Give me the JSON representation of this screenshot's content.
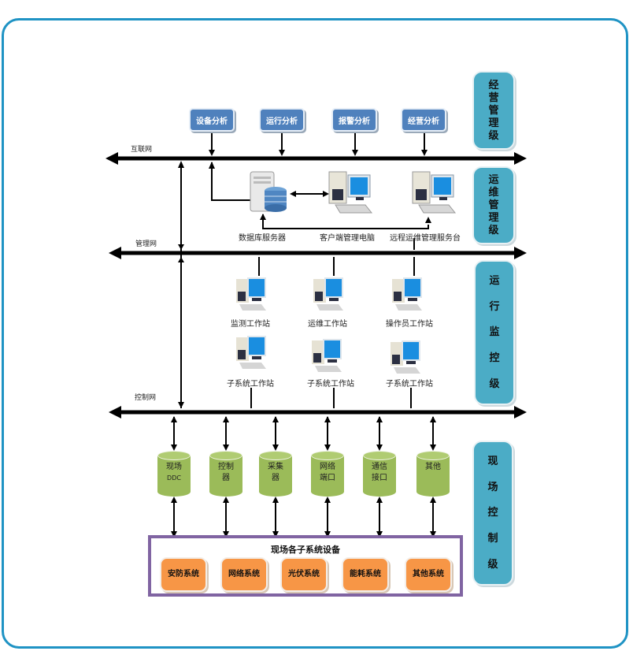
{
  "levels": [
    {
      "id": "business",
      "chars": [
        "经",
        "营",
        "管",
        "理",
        "级"
      ]
    },
    {
      "id": "ops",
      "chars": [
        "运",
        "维",
        "管",
        "理",
        "级"
      ]
    },
    {
      "id": "monitor",
      "chars": [
        "运",
        "行",
        "监",
        "控",
        "级"
      ]
    },
    {
      "id": "field",
      "chars": [
        "现",
        "场",
        "控",
        "制",
        "级"
      ]
    }
  ],
  "networks": {
    "internet": "互联网",
    "management": "管理网",
    "control": "控制网"
  },
  "analysis_boxes": [
    "设备分析",
    "运行分析",
    "报警分析",
    "经营分析"
  ],
  "ops_devices": {
    "db_server": "数据库服务器",
    "client_pc": "客户端管理电脑",
    "remote_ops": "远程运维管理服务台"
  },
  "workstations": {
    "row1": [
      "监测工作站",
      "运维工作站",
      "操作员工作站"
    ],
    "row2": [
      "子系统工作站",
      "子系统工作站",
      "子系统工作站"
    ]
  },
  "controllers": [
    {
      "line1": "现场",
      "line2": "DDC"
    },
    {
      "line1": "控制",
      "line2": "器"
    },
    {
      "line1": "采集",
      "line2": "器"
    },
    {
      "line1": "网络",
      "line2": "端口"
    },
    {
      "line1": "通信",
      "line2": "接口"
    },
    {
      "line1": "其他",
      "line2": ""
    }
  ],
  "subsystems": {
    "title": "现场各子系统设备",
    "items": [
      "安防系统",
      "网络系统",
      "光伏系统",
      "能耗系统",
      "其他系统"
    ]
  },
  "colors": {
    "frame": "#1f93c4",
    "level": "#4bacc6",
    "analysis": "#4f81bd",
    "controller": "#9bbb59",
    "subsystem": "#f79646",
    "subsystem_border": "#8064a2"
  }
}
